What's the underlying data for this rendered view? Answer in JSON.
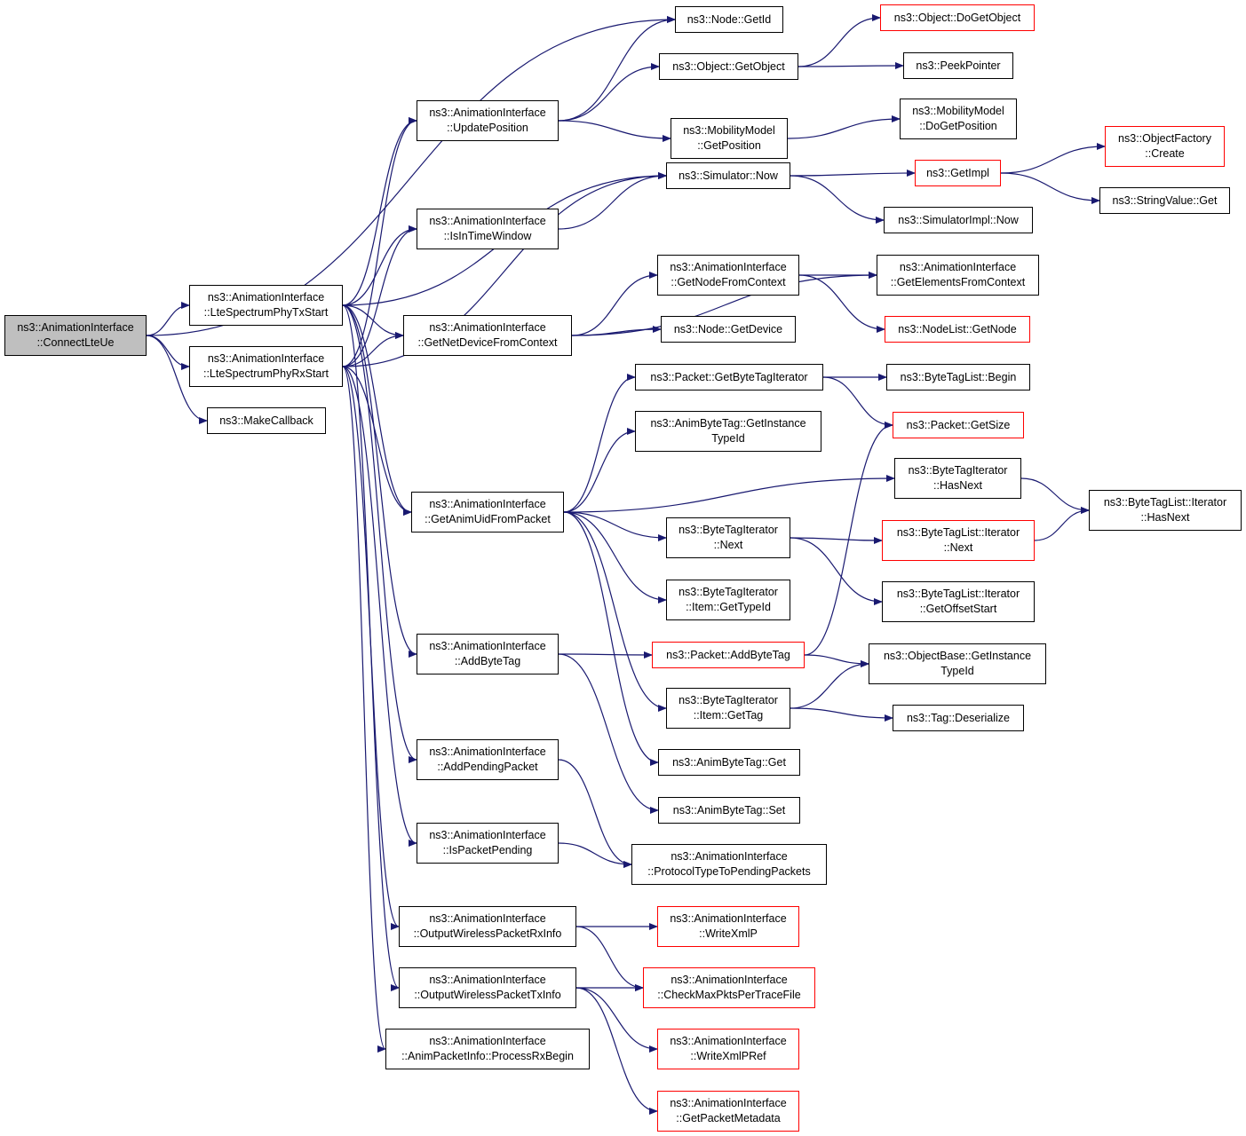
{
  "colors": {
    "edge": "#191970",
    "node_border": "#000000",
    "node_border_truncated": "#ff0000",
    "root_fill": "#bfbfbf",
    "node_fill": "#ffffff"
  },
  "nodes": {
    "connectLteUe": {
      "lines": [
        "ns3::AnimationInterface",
        "::ConnectLteUe"
      ],
      "root": true
    },
    "lteTx": {
      "lines": [
        "ns3::AnimationInterface",
        "::LteSpectrumPhyTxStart"
      ]
    },
    "lteRx": {
      "lines": [
        "ns3::AnimationInterface",
        "::LteSpectrumPhyRxStart"
      ]
    },
    "makeCallback": {
      "lines": [
        "ns3::MakeCallback"
      ]
    },
    "updatePosition": {
      "lines": [
        "ns3::AnimationInterface",
        "::UpdatePosition"
      ]
    },
    "isInTimeWindow": {
      "lines": [
        "ns3::AnimationInterface",
        "::IsInTimeWindow"
      ]
    },
    "getNetDeviceFromContext": {
      "lines": [
        "ns3::AnimationInterface",
        "::GetNetDeviceFromContext"
      ]
    },
    "getAnimUidFromPacket": {
      "lines": [
        "ns3::AnimationInterface",
        "::GetAnimUidFromPacket"
      ]
    },
    "addByteTag": {
      "lines": [
        "ns3::AnimationInterface",
        "::AddByteTag"
      ]
    },
    "addPendingPacket": {
      "lines": [
        "ns3::AnimationInterface",
        "::AddPendingPacket"
      ]
    },
    "isPacketPending": {
      "lines": [
        "ns3::AnimationInterface",
        "::IsPacketPending"
      ]
    },
    "outputRx": {
      "lines": [
        "ns3::AnimationInterface",
        "::OutputWirelessPacketRxInfo"
      ]
    },
    "outputTx": {
      "lines": [
        "ns3::AnimationInterface",
        "::OutputWirelessPacketTxInfo"
      ]
    },
    "processRxBegin": {
      "lines": [
        "ns3::AnimationInterface",
        "::AnimPacketInfo::ProcessRxBegin"
      ]
    },
    "nodeGetId": {
      "lines": [
        "ns3::Node::GetId"
      ]
    },
    "objectGetObject": {
      "lines": [
        "ns3::Object::GetObject"
      ]
    },
    "mobilityGetPosition": {
      "lines": [
        "ns3::MobilityModel",
        "::GetPosition"
      ]
    },
    "simulatorNow": {
      "lines": [
        "ns3::Simulator::Now"
      ]
    },
    "getNodeFromContext": {
      "lines": [
        "ns3::AnimationInterface",
        "::GetNodeFromContext"
      ]
    },
    "nodeGetDevice": {
      "lines": [
        "ns3::Node::GetDevice"
      ]
    },
    "getByteTagIterator": {
      "lines": [
        "ns3::Packet::GetByteTagIterator"
      ]
    },
    "animByteTagTypeId": {
      "lines": [
        "ns3::AnimByteTag::GetInstance",
        "TypeId"
      ]
    },
    "byteTagIteratorNext": {
      "lines": [
        "ns3::ByteTagIterator",
        "::Next"
      ]
    },
    "itemGetTypeId": {
      "lines": [
        "ns3::ByteTagIterator",
        "::Item::GetTypeId"
      ]
    },
    "packetAddByteTag": {
      "lines": [
        "ns3::Packet::AddByteTag"
      ],
      "red": true
    },
    "itemGetTag": {
      "lines": [
        "ns3::ByteTagIterator",
        "::Item::GetTag"
      ]
    },
    "animByteTagGet": {
      "lines": [
        "ns3::AnimByteTag::Get"
      ]
    },
    "animByteTagSet": {
      "lines": [
        "ns3::AnimByteTag::Set"
      ]
    },
    "protocolTypeToPending": {
      "lines": [
        "ns3::AnimationInterface",
        "::ProtocolTypeToPendingPackets"
      ]
    },
    "writeXmlP": {
      "lines": [
        "ns3::AnimationInterface",
        "::WriteXmlP"
      ],
      "red": true
    },
    "checkMaxPkts": {
      "lines": [
        "ns3::AnimationInterface",
        "::CheckMaxPktsPerTraceFile"
      ],
      "red": true
    },
    "writeXmlPRef": {
      "lines": [
        "ns3::AnimationInterface",
        "::WriteXmlPRef"
      ],
      "red": true
    },
    "getPacketMetadata": {
      "lines": [
        "ns3::AnimationInterface",
        "::GetPacketMetadata"
      ],
      "red": true
    },
    "doGetObject": {
      "lines": [
        "ns3::Object::DoGetObject"
      ],
      "red": true
    },
    "peekPointer": {
      "lines": [
        "ns3::PeekPointer"
      ]
    },
    "mobilityDoGetPosition": {
      "lines": [
        "ns3::MobilityModel",
        "::DoGetPosition"
      ]
    },
    "getImpl": {
      "lines": [
        "ns3::GetImpl"
      ],
      "red": true
    },
    "simulatorImplNow": {
      "lines": [
        "ns3::SimulatorImpl::Now"
      ]
    },
    "getElementsFromContext": {
      "lines": [
        "ns3::AnimationInterface",
        "::GetElementsFromContext"
      ]
    },
    "nodeListGetNode": {
      "lines": [
        "ns3::NodeList::GetNode"
      ],
      "red": true
    },
    "byteTagListBegin": {
      "lines": [
        "ns3::ByteTagList::Begin"
      ]
    },
    "packetGetSize": {
      "lines": [
        "ns3::Packet::GetSize"
      ],
      "red": true
    },
    "byteTagIteratorHasNext": {
      "lines": [
        "ns3::ByteTagIterator",
        "::HasNext"
      ]
    },
    "byteTagListIteratorNext": {
      "lines": [
        "ns3::ByteTagList::Iterator",
        "::Next"
      ],
      "red": true
    },
    "getOffsetStart": {
      "lines": [
        "ns3::ByteTagList::Iterator",
        "::GetOffsetStart"
      ]
    },
    "objectBaseTypeId": {
      "lines": [
        "ns3::ObjectBase::GetInstance",
        "TypeId"
      ]
    },
    "tagDeserialize": {
      "lines": [
        "ns3::Tag::Deserialize"
      ]
    },
    "objectFactoryCreate": {
      "lines": [
        "ns3::ObjectFactory",
        "::Create"
      ],
      "red": true
    },
    "stringValueGet": {
      "lines": [
        "ns3::StringValue::Get"
      ]
    },
    "byteTagListIteratorHasNext": {
      "lines": [
        "ns3::ByteTagList::Iterator",
        "::HasNext"
      ]
    }
  },
  "edges": [
    [
      "connectLteUe",
      "lteTx"
    ],
    [
      "connectLteUe",
      "lteRx"
    ],
    [
      "connectLteUe",
      "makeCallback"
    ],
    [
      "connectLteUe",
      "nodeGetId"
    ],
    [
      "lteTx",
      "updatePosition"
    ],
    [
      "lteTx",
      "isInTimeWindow"
    ],
    [
      "lteTx",
      "getNetDeviceFromContext"
    ],
    [
      "lteTx",
      "simulatorNow"
    ],
    [
      "lteTx",
      "getAnimUidFromPacket"
    ],
    [
      "lteTx",
      "addByteTag"
    ],
    [
      "lteTx",
      "addPendingPacket"
    ],
    [
      "lteTx",
      "outputTx"
    ],
    [
      "lteRx",
      "updatePosition"
    ],
    [
      "lteRx",
      "isInTimeWindow"
    ],
    [
      "lteRx",
      "getNetDeviceFromContext"
    ],
    [
      "lteRx",
      "simulatorNow"
    ],
    [
      "lteRx",
      "getAnimUidFromPacket"
    ],
    [
      "lteRx",
      "isPacketPending"
    ],
    [
      "lteRx",
      "outputRx"
    ],
    [
      "lteRx",
      "processRxBegin"
    ],
    [
      "updatePosition",
      "nodeGetId"
    ],
    [
      "updatePosition",
      "objectGetObject"
    ],
    [
      "updatePosition",
      "mobilityGetPosition"
    ],
    [
      "isInTimeWindow",
      "simulatorNow"
    ],
    [
      "getNetDeviceFromContext",
      "getNodeFromContext"
    ],
    [
      "getNetDeviceFromContext",
      "nodeGetDevice"
    ],
    [
      "getNetDeviceFromContext",
      "getElementsFromContext"
    ],
    [
      "getAnimUidFromPacket",
      "getByteTagIterator"
    ],
    [
      "getAnimUidFromPacket",
      "animByteTagTypeId"
    ],
    [
      "getAnimUidFromPacket",
      "byteTagIteratorHasNext"
    ],
    [
      "getAnimUidFromPacket",
      "byteTagIteratorNext"
    ],
    [
      "getAnimUidFromPacket",
      "itemGetTypeId"
    ],
    [
      "getAnimUidFromPacket",
      "itemGetTag"
    ],
    [
      "getAnimUidFromPacket",
      "animByteTagGet"
    ],
    [
      "addByteTag",
      "packetAddByteTag"
    ],
    [
      "addByteTag",
      "animByteTagSet"
    ],
    [
      "addPendingPacket",
      "protocolTypeToPending"
    ],
    [
      "isPacketPending",
      "protocolTypeToPending"
    ],
    [
      "outputRx",
      "writeXmlP"
    ],
    [
      "outputRx",
      "checkMaxPkts"
    ],
    [
      "outputTx",
      "checkMaxPkts"
    ],
    [
      "outputTx",
      "writeXmlPRef"
    ],
    [
      "outputTx",
      "getPacketMetadata"
    ],
    [
      "objectGetObject",
      "doGetObject"
    ],
    [
      "objectGetObject",
      "peekPointer"
    ],
    [
      "mobilityGetPosition",
      "mobilityDoGetPosition"
    ],
    [
      "simulatorNow",
      "getImpl"
    ],
    [
      "simulatorNow",
      "simulatorImplNow"
    ],
    [
      "getImpl",
      "objectFactoryCreate"
    ],
    [
      "getImpl",
      "stringValueGet"
    ],
    [
      "getNodeFromContext",
      "getElementsFromContext"
    ],
    [
      "getNodeFromContext",
      "nodeListGetNode"
    ],
    [
      "getByteTagIterator",
      "byteTagListBegin"
    ],
    [
      "getByteTagIterator",
      "packetGetSize"
    ],
    [
      "byteTagIteratorHasNext",
      "byteTagListIteratorHasNext"
    ],
    [
      "byteTagIteratorNext",
      "byteTagListIteratorNext"
    ],
    [
      "byteTagIteratorNext",
      "getOffsetStart"
    ],
    [
      "byteTagListIteratorNext",
      "byteTagListIteratorHasNext"
    ],
    [
      "packetAddByteTag",
      "objectBaseTypeId"
    ],
    [
      "packetAddByteTag",
      "packetGetSize"
    ],
    [
      "itemGetTag",
      "objectBaseTypeId"
    ],
    [
      "itemGetTag",
      "tagDeserialize"
    ]
  ]
}
